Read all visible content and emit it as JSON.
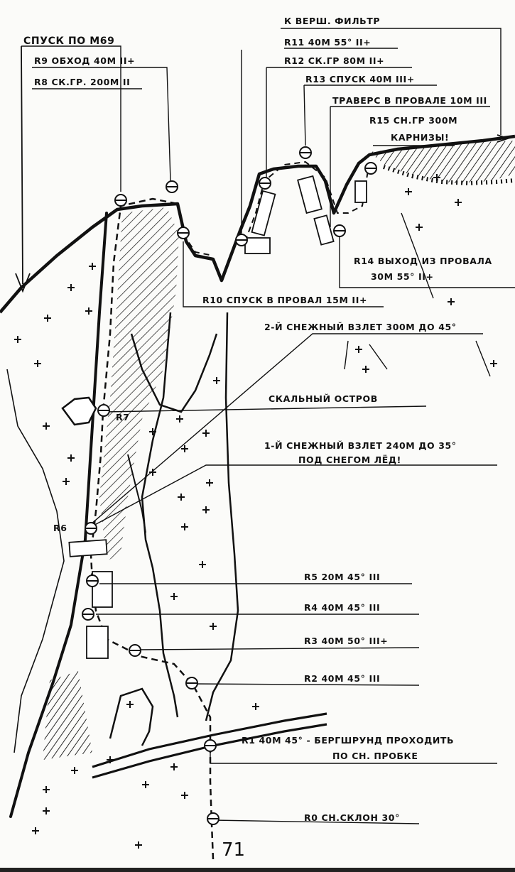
{
  "page_number": "71",
  "labels": {
    "summit_filter": "К ВЕРШ. ФИЛЬТР",
    "descent_m69": "СПУСК ПО М69",
    "r9": "R9 ОБХОД 40М II+",
    "r8": "R8 СК.ГР. 200М II",
    "r11": "R11 40М 55° II+",
    "r12": "R12 СК.ГР 80М II+",
    "r13": "R13 СПУСК 40М III+",
    "traverse": "ТРАВЕРС В ПРОВАЛЕ 10М III",
    "r15_line1": "R15 СН.ГР 300М",
    "r15_line2": "КАРНИЗЫ!",
    "r14_line1": "R14 ВЫХОД ИЗ ПРОВАЛА",
    "r14_line2": "30М 55° II+",
    "r10": "R10 СПУСК В ПРОВАЛ 15М II+",
    "snow_rise_2": "2-Й СНЕЖНЫЙ ВЗЛЕТ 300М ДО 45°",
    "rock_island": "СКАЛЬНЫЙ ОСТРОВ",
    "snow_rise_1_line1": "1-Й СНЕЖНЫЙ ВЗЛЕТ 240М ДО 35°",
    "snow_rise_1_line2": "ПОД СНЕГОМ ЛЁД!",
    "r7": "R7",
    "r6": "R6",
    "r5": "R5 20М 45° III",
    "r4": "R4 40М 45° III",
    "r3": "R3 40М 50° III+",
    "r2": "R2 40М 45° III",
    "r1_line1": "R1 40М 45° - БЕРГШРУНД ПРОХОДИТЬ",
    "r1_line2": "ПО СН. ПРОБКЕ",
    "r0": "R0 СН.СКЛОН 30°"
  }
}
